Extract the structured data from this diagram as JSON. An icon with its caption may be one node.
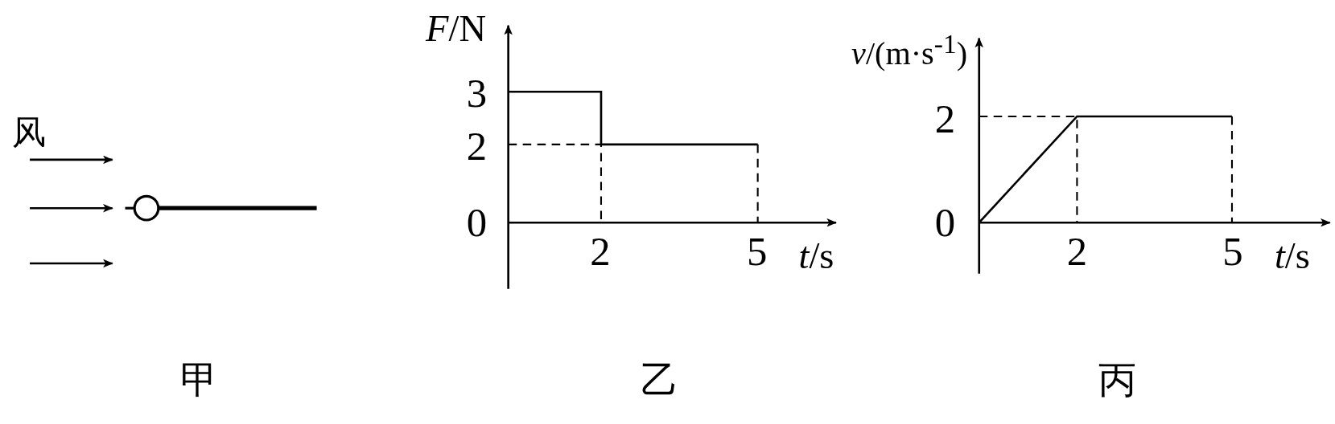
{
  "diagram": {
    "labels": [
      "风",
      "甲",
      "*F*/N",
      "3",
      "2",
      "0",
      "2",
      "5",
      "*t*/s",
      "乙",
      "*v*/(m·s$^{-1}$)",
      "2",
      "0",
      "2",
      "5",
      "*t*/s",
      "丙"
    ]
  }
}
